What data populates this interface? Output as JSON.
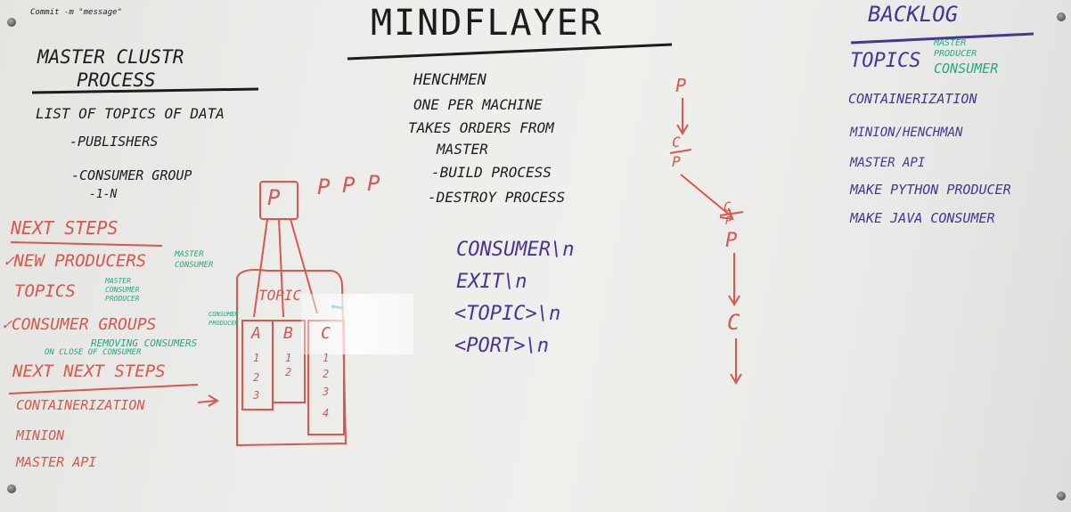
{
  "whiteboard": {
    "top_note": "Commit -m \"message\"",
    "title": "MINDFLAYER",
    "left": {
      "heading_line1": "MASTER CLUSTR",
      "heading_line2": "PROCESS",
      "item1": "LIST OF TOPICS OF DATA",
      "item1a": "-PUBLISHERS",
      "item1b": "-CONSUMER GROUP",
      "item1c": "-1-N",
      "next_steps": "NEXT STEPS",
      "step1": "✓NEW PRODUCERS",
      "step1_note_a": "MASTER",
      "step1_note_b": "CONSUMER",
      "step2": "TOPICS",
      "step2_note_a": "MASTER",
      "step2_note_b": "CONSUMER",
      "step2_note_c": "PRODUCER",
      "step3": "✓CONSUMER GROUPS",
      "step3_note_a": "CONSUMER",
      "step3_note_b": "PRODUCER",
      "step3_note_c": "REMOVING CONSUMERS",
      "step3_note_d": "ON CLOSE OF CONSUMER",
      "next_next_steps": "NEXT NEXT STEPS",
      "nn1": "CONTAINERIZATION",
      "nn2": "MINION",
      "nn3": "MASTER API"
    },
    "diagram": {
      "producers": [
        "P",
        "P",
        "P",
        "P"
      ],
      "topic_label": "TOPIC",
      "partitions": [
        {
          "name": "A",
          "items": [
            "1",
            "2",
            "3"
          ]
        },
        {
          "name": "B",
          "items": [
            "1",
            "2"
          ]
        },
        {
          "name": "C",
          "items": [
            "1",
            "2",
            "3",
            "4"
          ]
        }
      ]
    },
    "center": {
      "henchmen": "HENCHMEN",
      "line1": "ONE PER MACHINE",
      "line2": "TAKES ORDERS FROM",
      "line3": "MASTER",
      "line4": "-BUILD PROCESS",
      "line5": "-DESTROY PROCESS",
      "proto": [
        "CONSUMER\\n",
        "EXIT\\n",
        "<TOPIC>\\n",
        "<PORT>\\n"
      ]
    },
    "flow": {
      "p1": "P",
      "cp1_c": "C",
      "cp1_p": "P",
      "cp2_c": "C",
      "cp2_p": "P",
      "p2": "P",
      "c_final": "C"
    },
    "backlog": {
      "title": "BACKLOG",
      "topics": "TOPICS",
      "topics_note_a": "MASTER",
      "topics_note_b": "PRODUCER",
      "topics_note_c": "CONSUMER",
      "items": [
        "CONTAINERIZATION",
        "MINION/HENCHMAN",
        "MASTER API",
        "MAKE PYTHON PRODUCER",
        "MAKE JAVA CONSUMER"
      ]
    }
  },
  "colors": {
    "black_marker": "#1c1c1c",
    "red_marker": "#d8574f",
    "green_marker": "#2aa77f",
    "purple_marker": "#4a3395"
  }
}
